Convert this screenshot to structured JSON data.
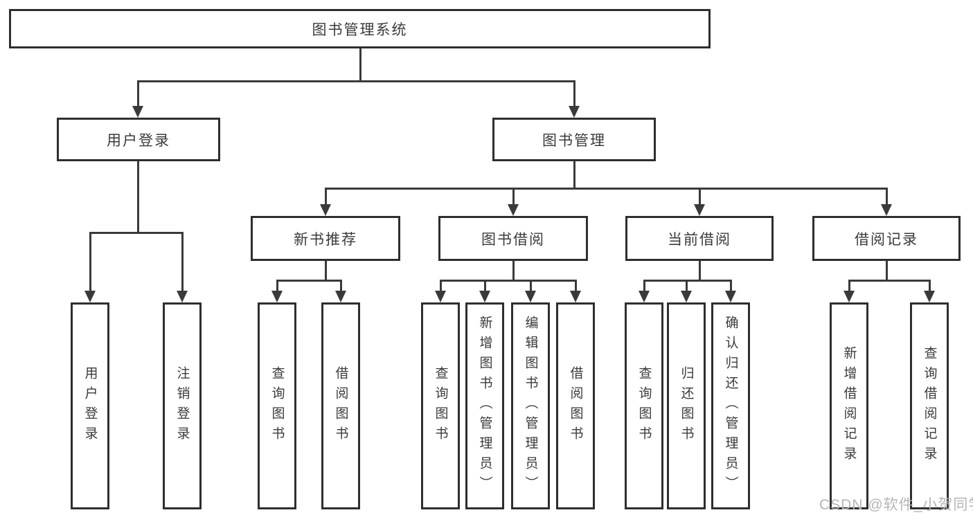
{
  "watermark": "CSDN @软件_小贺同学",
  "colors": {
    "line": "#3a3a3a",
    "box_border": "#2e2e2e",
    "box_fill": "#ffffff",
    "text": "#3a3a3a",
    "watermark_text": "#b5b5b5",
    "background": "#ffffff"
  },
  "diagram": {
    "type": "tree",
    "root_label": "图书管理系统",
    "branches": [
      {
        "label": "用户登录",
        "children": [
          {
            "label": "用户登录"
          },
          {
            "label": "注销登录"
          }
        ]
      },
      {
        "label": "图书管理",
        "children": [
          {
            "label": "新书推荐",
            "children": [
              {
                "label": "查询图书"
              },
              {
                "label": "借阅图书"
              }
            ]
          },
          {
            "label": "图书借阅",
            "children": [
              {
                "label": "查询图书"
              },
              {
                "label": "新增图书（管理员）"
              },
              {
                "label": "编辑图书（管理员）"
              },
              {
                "label": "借阅图书"
              }
            ]
          },
          {
            "label": "当前借阅",
            "children": [
              {
                "label": "查询图书"
              },
              {
                "label": "归还图书"
              },
              {
                "label": "确认归还（管理员）"
              }
            ]
          },
          {
            "label": "借阅记录",
            "children": [
              {
                "label": "新增借阅记录"
              },
              {
                "label": "查询借阅记录"
              }
            ]
          }
        ]
      }
    ]
  }
}
